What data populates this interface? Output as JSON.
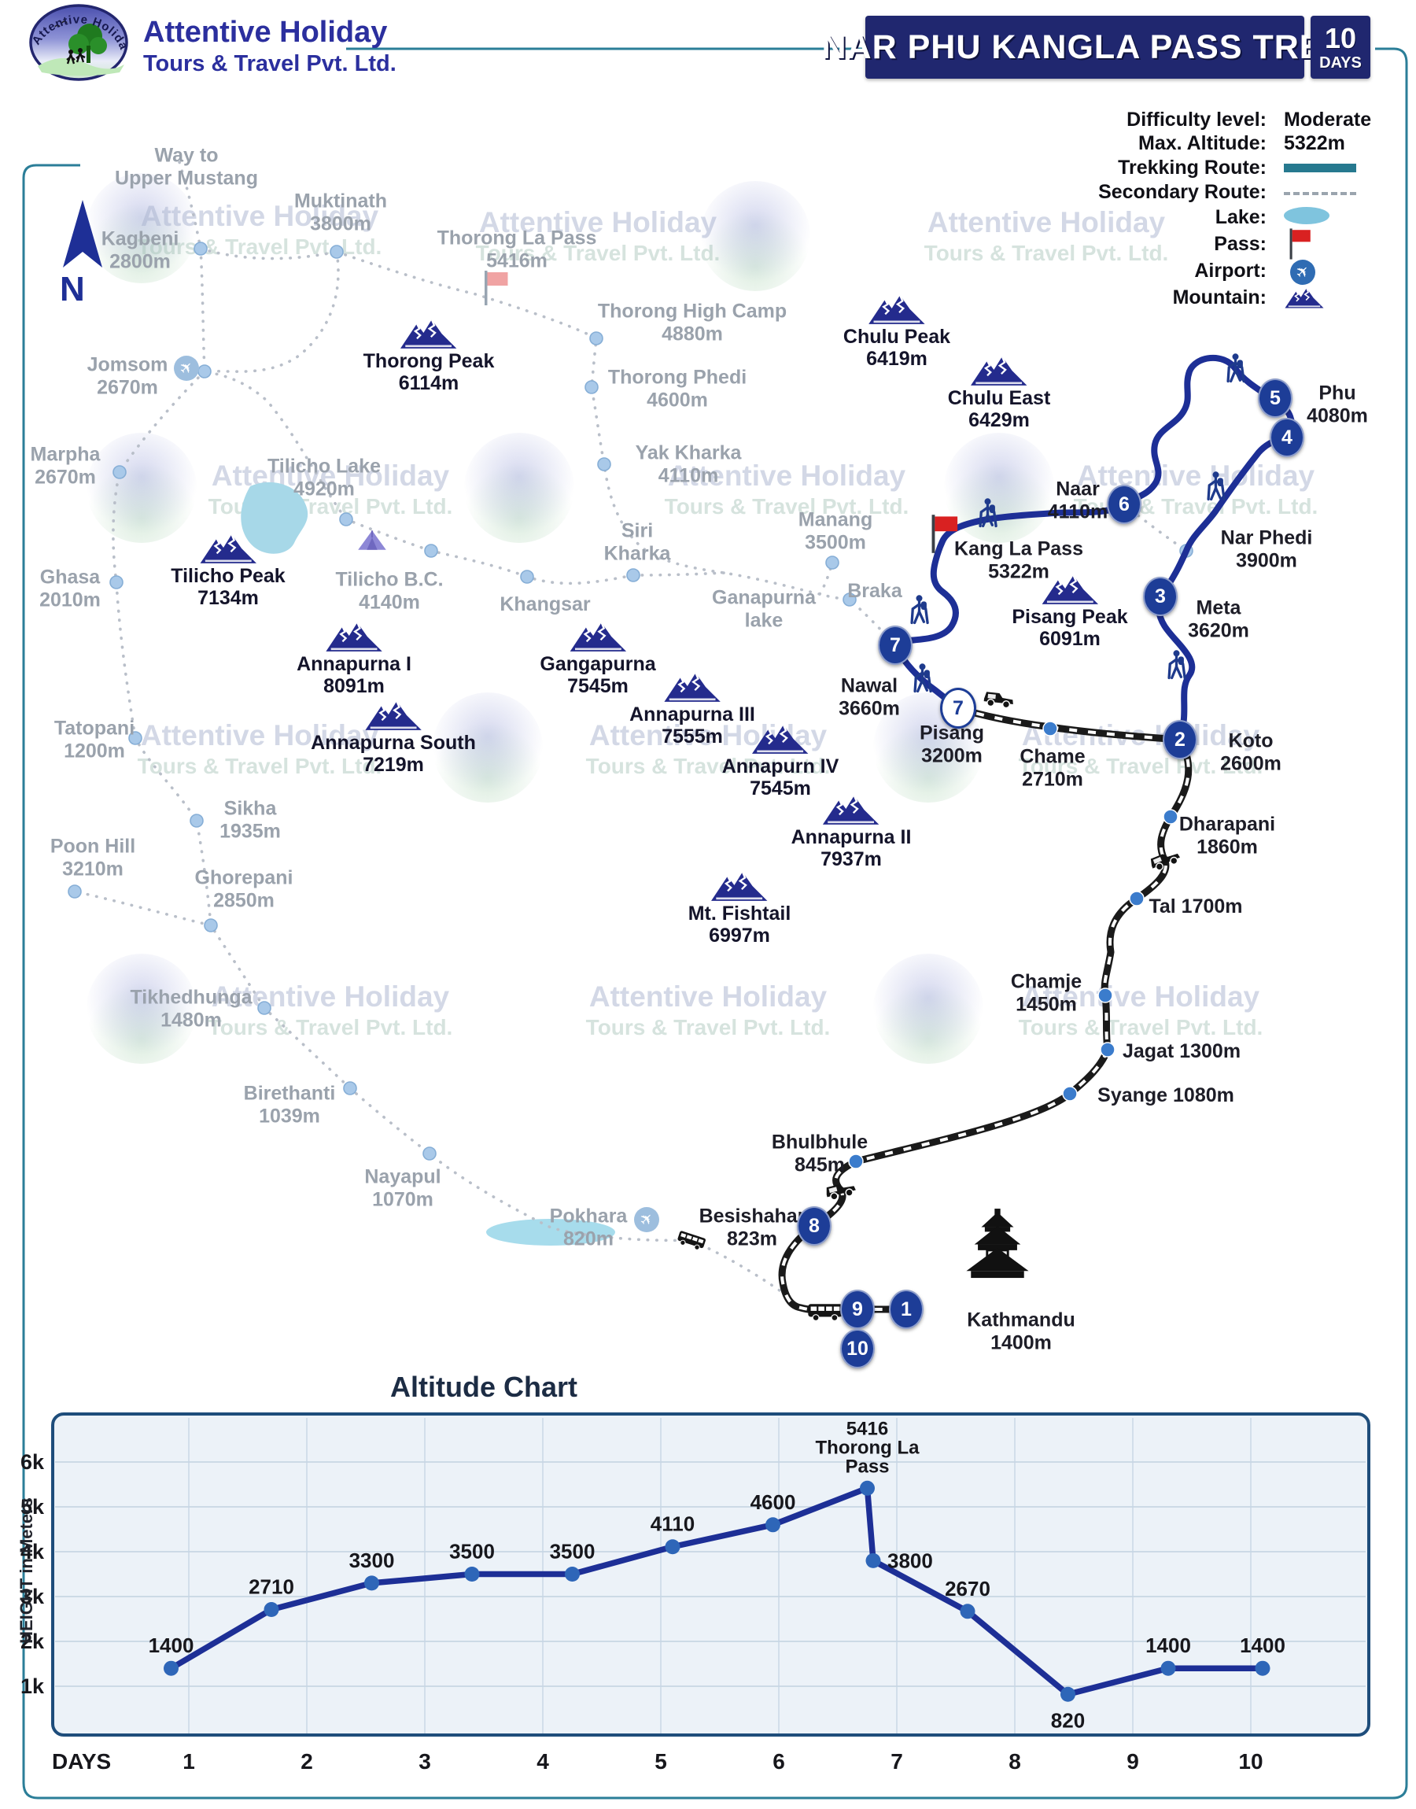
{
  "header": {
    "brand_line1": "Attentive Holiday",
    "brand_line2": "Tours & Travel Pvt. Ltd.",
    "logo_arc_text": "Attentive Holiday",
    "title": "NAR PHU KANGLA PASS TREK",
    "days_value": "10",
    "days_label": "DAYS"
  },
  "legend": {
    "difficulty_label": "Difficulty level:",
    "difficulty_value": "Moderate",
    "max_altitude_label": "Max. Altitude:",
    "max_altitude_value": "5322m",
    "trekking_route_label": "Trekking Route:",
    "secondary_route_label": "Secondary Route:",
    "lake_label": "Lake:",
    "pass_label": "Pass:",
    "airport_label": "Airport:",
    "mountain_label": "Mountain:"
  },
  "compass": {
    "north": "N"
  },
  "watermark": {
    "line1": "Attentive Holiday",
    "line2": "Tours & Travel Pvt. Ltd."
  },
  "map": {
    "places": [
      {
        "l1": "Way to",
        "l2": "Upper Mustang"
      },
      {
        "l1": "Kagbeni",
        "l2": "2800m"
      },
      {
        "l1": "Muktinath",
        "l2": "3800m"
      },
      {
        "l1": "Thorong La Pass",
        "l2": "5416m"
      },
      {
        "l1": "Thorong High Camp",
        "l2": "4880m"
      },
      {
        "l1": "Thorong Phedi",
        "l2": "4600m"
      },
      {
        "l1": "Yak Kharka",
        "l2": "4110m"
      },
      {
        "l1": "Jomsom",
        "l2": "2670m"
      },
      {
        "l1": "Marpha",
        "l2": "2670m"
      },
      {
        "l1": "Ghasa",
        "l2": "2010m"
      },
      {
        "l1": "Tilicho Lake",
        "l2": "4920m"
      },
      {
        "l1": "Tilicho B.C.",
        "l2": "4140m"
      },
      {
        "l1": "Khangsar",
        "l2": ""
      },
      {
        "l1": "Siri",
        "l2": "Kharka"
      },
      {
        "l1": "Manang",
        "l2": "3500m"
      },
      {
        "l1": "Ganapurna",
        "l2": "lake"
      },
      {
        "l1": "Braka",
        "l2": ""
      },
      {
        "l1": "Tatopani",
        "l2": "1200m"
      },
      {
        "l1": "Sikha",
        "l2": "1935m"
      },
      {
        "l1": "Poon Hill",
        "l2": "3210m"
      },
      {
        "l1": "Ghorepani",
        "l2": "2850m"
      },
      {
        "l1": "Tikhedhunga",
        "l2": "1480m"
      },
      {
        "l1": "Birethanti",
        "l2": "1039m"
      },
      {
        "l1": "Nayapul",
        "l2": "1070m"
      },
      {
        "l1": "Pokhara",
        "l2": "820m"
      }
    ],
    "stops": [
      {
        "l1": "Phu",
        "l2": "4080m"
      },
      {
        "l1": "Naar",
        "l2": "4110m"
      },
      {
        "l1": "Nar Phedi",
        "l2": "3900m"
      },
      {
        "l1": "Kang La Pass",
        "l2": "5322m"
      },
      {
        "l1": "Meta",
        "l2": "3620m"
      },
      {
        "l1": "Nawal",
        "l2": "3660m"
      },
      {
        "l1": "Pisang",
        "l2": "3200m"
      },
      {
        "l1": "Chame",
        "l2": "2710m"
      },
      {
        "l1": "Koto",
        "l2": "2600m"
      },
      {
        "l1": "Dharapani",
        "l2": "1860m"
      },
      {
        "l1": "Tal 1700m",
        "l2": ""
      },
      {
        "l1": "Chamje",
        "l2": "1450m"
      },
      {
        "l1": "Jagat 1300m",
        "l2": ""
      },
      {
        "l1": "Syange 1080m",
        "l2": ""
      },
      {
        "l1": "Bhulbhule",
        "l2": "845m"
      },
      {
        "l1": "Besishahar",
        "l2": "823m"
      },
      {
        "l1": "Kathmandu",
        "l2": "1400m"
      }
    ],
    "mountains": [
      {
        "l1": "Thorong Peak",
        "l2": "6114m"
      },
      {
        "l1": "Chulu Peak",
        "l2": "6419m"
      },
      {
        "l1": "Chulu East",
        "l2": "6429m"
      },
      {
        "l1": "Tilicho Peak",
        "l2": "7134m"
      },
      {
        "l1": "Annapurna I",
        "l2": "8091m"
      },
      {
        "l1": "Gangapurna",
        "l2": "7545m"
      },
      {
        "l1": "Annapurna III",
        "l2": "7555m"
      },
      {
        "l1": "Annapurna South",
        "l2": "7219m"
      },
      {
        "l1": "Annapurn IV",
        "l2": "7545m"
      },
      {
        "l1": "Annapurna II",
        "l2": "7937m"
      },
      {
        "l1": "Mt. Fishtail",
        "l2": "6997m"
      },
      {
        "l1": "Pisang Peak",
        "l2": "6091m"
      }
    ],
    "markers": [
      "1",
      "2",
      "3",
      "4",
      "5",
      "6",
      "7",
      "8",
      "9",
      "10"
    ],
    "pisang_marker": "7"
  },
  "chart": {
    "title": "Altitude Chart",
    "ylabel": "HEIGHT in Meters"
  },
  "chart_data": {
    "type": "line",
    "title": "Altitude Chart",
    "ylabel": "HEIGHT in Meters",
    "xlabel": "DAYS",
    "x_days": [
      0.85,
      1.7,
      2.55,
      3.4,
      4.25,
      5.1,
      5.95,
      6.75,
      6.8,
      7.6,
      8.45,
      9.3,
      10.1
    ],
    "values": [
      1400,
      2710,
      3300,
      3500,
      3500,
      4110,
      4600,
      5416,
      3800,
      2670,
      820,
      1400,
      1400
    ],
    "point_labels": [
      "1400",
      "2710",
      "3300",
      "3500",
      "3500",
      "4110",
      "4600",
      "5416",
      "3800",
      "2670",
      "820",
      "1400",
      "1400"
    ],
    "label_placement": [
      "above",
      "above",
      "above",
      "above",
      "above",
      "above",
      "above",
      "peak",
      "right",
      "above",
      "below",
      "above",
      "above"
    ],
    "peak_label_lines": [
      "5416",
      "Thorong La",
      "Pass"
    ],
    "x_ticks": [
      "1",
      "2",
      "3",
      "4",
      "5",
      "6",
      "7",
      "8",
      "9",
      "10"
    ],
    "y_ticks": [
      "1k",
      "2k",
      "3k",
      "4k",
      "5k",
      "6k"
    ],
    "ylim": [
      0,
      7000
    ],
    "grid": true,
    "legend_position": "none",
    "line_color": "#1d2f96",
    "dot_color": "#2e66b8"
  }
}
